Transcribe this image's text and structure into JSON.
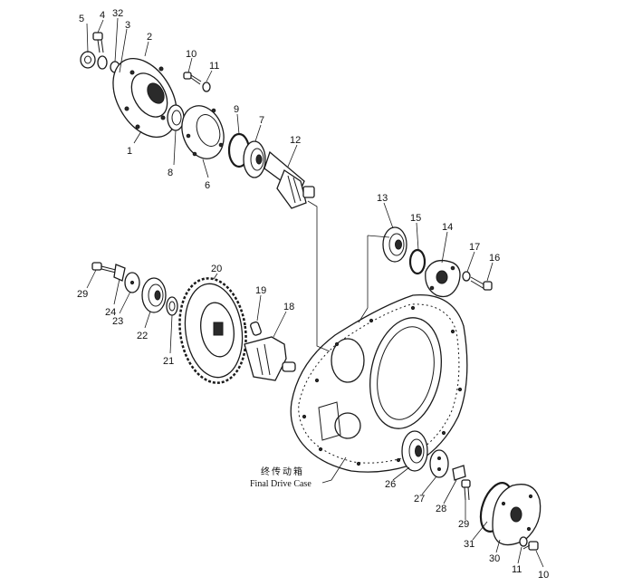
{
  "callouts": [
    {
      "id": "c5",
      "text": "5"
    },
    {
      "id": "c4",
      "text": "4"
    },
    {
      "id": "c32",
      "text": "32"
    },
    {
      "id": "c3",
      "text": "3"
    },
    {
      "id": "c2",
      "text": "2"
    },
    {
      "id": "c1",
      "text": "1"
    },
    {
      "id": "c10a",
      "text": "10"
    },
    {
      "id": "c11a",
      "text": "11"
    },
    {
      "id": "c9",
      "text": "9"
    },
    {
      "id": "c7",
      "text": "7"
    },
    {
      "id": "c12",
      "text": "12"
    },
    {
      "id": "c8",
      "text": "8"
    },
    {
      "id": "c6",
      "text": "6"
    },
    {
      "id": "c13",
      "text": "13"
    },
    {
      "id": "c15",
      "text": "15"
    },
    {
      "id": "c14",
      "text": "14"
    },
    {
      "id": "c17",
      "text": "17"
    },
    {
      "id": "c16",
      "text": "16"
    },
    {
      "id": "c20",
      "text": "20"
    },
    {
      "id": "c29a",
      "text": "29"
    },
    {
      "id": "c24",
      "text": "24"
    },
    {
      "id": "c23",
      "text": "23"
    },
    {
      "id": "c22",
      "text": "22"
    },
    {
      "id": "c21",
      "text": "21"
    },
    {
      "id": "c19",
      "text": "19"
    },
    {
      "id": "c18",
      "text": "18"
    },
    {
      "id": "c26",
      "text": "26"
    },
    {
      "id": "c27",
      "text": "27"
    },
    {
      "id": "c28",
      "text": "28"
    },
    {
      "id": "c29b",
      "text": "29"
    },
    {
      "id": "c31",
      "text": "31"
    },
    {
      "id": "c30",
      "text": "30"
    },
    {
      "id": "c11b",
      "text": "11"
    },
    {
      "id": "c10b",
      "text": "10"
    }
  ],
  "case_label": {
    "chinese": "终传动箱",
    "english": "Final Drive Case"
  }
}
